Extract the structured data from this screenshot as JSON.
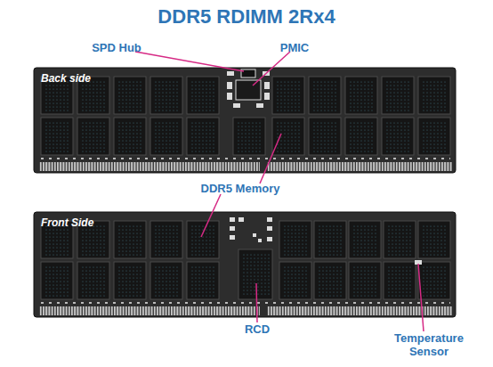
{
  "diagram": {
    "title": "DDR5 RDIMM 2Rx4",
    "nodes": [
      {
        "text": [
          "Back side"
        ]
      },
      {
        "text": [
          "Front Side"
        ]
      }
    ],
    "labels": [
      "SPD Hub",
      "PMIC",
      "DDR5 Memory",
      "RCD",
      "Temperature Sensor"
    ]
  }
}
